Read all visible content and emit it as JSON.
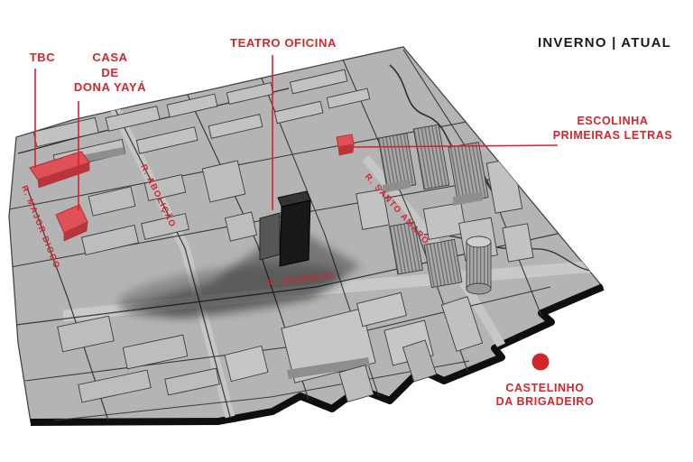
{
  "header": {
    "season_label": "INVERNO | ATUAL"
  },
  "callouts": {
    "tbc": {
      "label": "TBC"
    },
    "casa_dona_yaya": {
      "lines": [
        "CASA",
        "DE",
        "DONA YAYÁ"
      ]
    },
    "teatro_oficina": {
      "label": "TEATRO OFICINA"
    },
    "escolinha": {
      "lines": [
        "ESCOLINHA",
        "PRIMEIRAS LETRAS"
      ]
    },
    "castelinho": {
      "lines": [
        "CASTELINHO",
        "DA BRIGADEIRO"
      ]
    }
  },
  "streets": {
    "major_diogo": "R. MAJOR DIOGO",
    "abolicao": "R. ABOLIÇÃO",
    "jaceguai": "R. JACEGUAI",
    "santo_amaro": "R. SANTO AMARO"
  },
  "colors": {
    "accent": "#d2262d",
    "ink": "#1a1a1a",
    "map_base": "#b4b4b4",
    "highlight_building": "#e05156"
  }
}
